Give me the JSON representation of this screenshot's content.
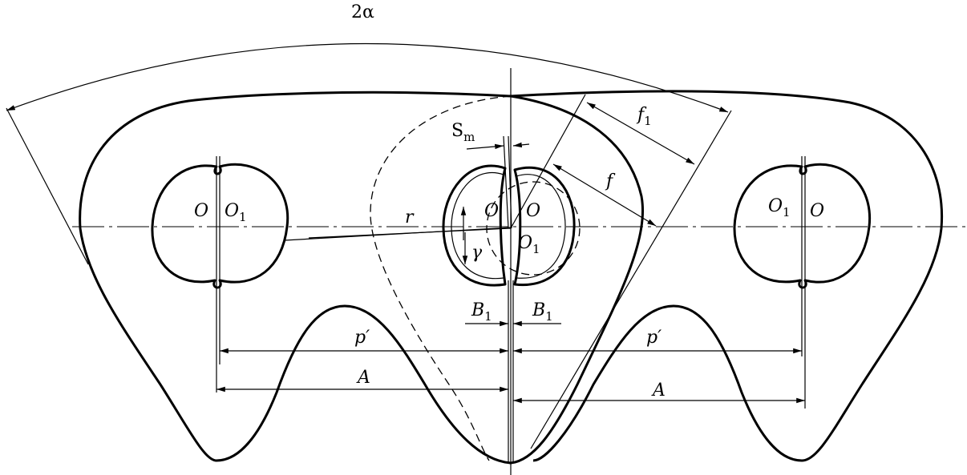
{
  "labels": {
    "angle": "2α",
    "f1_main": "f",
    "f1_sub": "1",
    "f": "f",
    "sm_main": "S",
    "sm_sub": "m",
    "r": "r",
    "o_left": "O",
    "o1_left_main": "O",
    "o1_left_sub": "1",
    "o_center_left": "O",
    "o_center_right": "O",
    "o1_center_main": "O",
    "o1_center_sub": "1",
    "gamma": "γ",
    "o1_right_main": "O",
    "o1_right_sub": "1",
    "o_right": "O",
    "b1_left_main": "B",
    "b1_left_sub": "1",
    "b1_right_main": "B",
    "b1_right_sub": "1",
    "p_left": "p′",
    "p_right": "p′",
    "a_left": "A",
    "a_right": "A"
  }
}
